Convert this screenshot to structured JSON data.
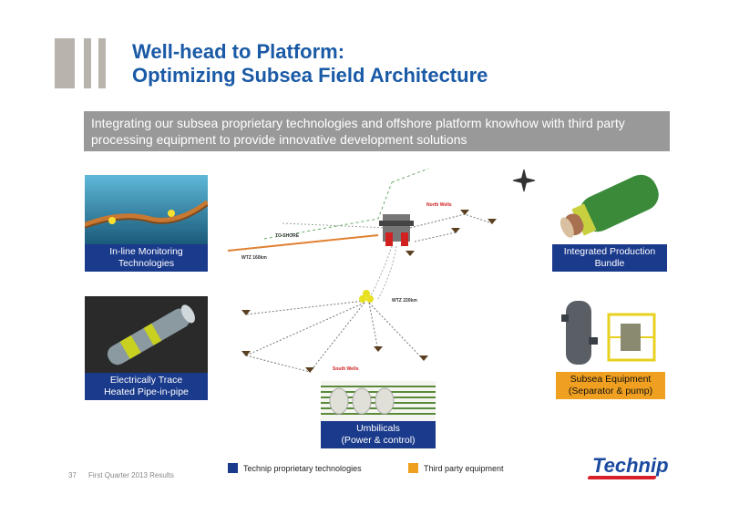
{
  "slide": {
    "title_line1": "Well-head to Platform:",
    "title_line2": "Optimizing Subsea Field Architecture",
    "banner": "Integrating our subsea proprietary technologies and offshore platform knowhow with third party processing equipment to provide innovative development solutions"
  },
  "panels": {
    "inline_monitoring": {
      "line1": "In-line Monitoring",
      "line2": "Technologies"
    },
    "heated_pipe": {
      "line1": "Electrically Trace",
      "line2": "Heated Pipe-in-pipe"
    },
    "production_bundle": {
      "line1": "Integrated Production",
      "line2": "Bundle"
    },
    "subsea_equipment": {
      "line1": "Subsea Equipment",
      "line2": "(Separator & pump)"
    },
    "umbilicals": {
      "line1": "Umbilicals",
      "line2": "(Power & control)"
    }
  },
  "diagram": {
    "north_wells": "North Wells",
    "south_wells": "South Wells",
    "to_shore": "TO SHORE",
    "label_a": "WTZ 160km",
    "label_b": "WTZ 220km"
  },
  "legend": {
    "proprietary": "Technip proprietary technologies",
    "third_party": "Third party equipment",
    "proprietary_color": "#1a3a8c",
    "third_party_color": "#f0a020"
  },
  "footer": {
    "page_number": "37",
    "report": "First Quarter 2013 Results"
  },
  "logo": "Technip"
}
